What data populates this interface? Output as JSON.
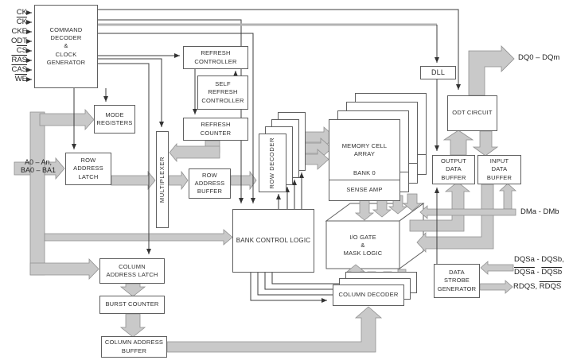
{
  "blocks": {
    "command_decoder": {
      "label": "COMMAND\nDECODER\n&\nCLOCK\nGENERATOR"
    },
    "mode_registers": {
      "label": "MODE\nREGISTERS"
    },
    "refresh_controller": {
      "label": "REFRESH\nCONTROLLER"
    },
    "self_refresh_controller": {
      "label": "SELF\nREFRESH\nCONTROLLER"
    },
    "refresh_counter": {
      "label": "REFRESH\nCOUNTER"
    },
    "row_address_latch": {
      "label": "ROW\nADDRESS\nLATCH"
    },
    "multiplexer": {
      "label": "MULTIPLEXER"
    },
    "row_address_buffer": {
      "label": "ROW\nADDRESS\nBUFFER"
    },
    "row_decoder": {
      "label": "ROW DECODER"
    },
    "bank_control_logic": {
      "label": "BANK CONTROL LOGIC"
    },
    "memory_cell_array": {
      "title": "MEMORY CELL\nARRAY",
      "bank": "BANK 0",
      "sense_amp": "SENSE AMP"
    },
    "io_gate": {
      "label": "I/O GATE\n&\nMASK LOGIC"
    },
    "column_decoder": {
      "label": "COLUMN DECODER"
    },
    "output_data_buffer": {
      "label": "OUTPUT\nDATA\nBUFFER"
    },
    "input_data_buffer": {
      "label": "INPUT\nDATA\nBUFFER"
    },
    "odt_circuit": {
      "label": "ODT CIRCUIT"
    },
    "dll": {
      "label": "DLL"
    },
    "data_strobe_generator": {
      "label": "DATA\nSTROBE\nGENERATOR"
    },
    "column_address_latch": {
      "label": "COLUMN\nADDRESS LATCH"
    },
    "burst_counter": {
      "label": "BURST COUNTER"
    },
    "column_address_buffer": {
      "label": "COLUMN ADDRESS\nBUFFER"
    }
  },
  "signals": {
    "left": [
      {
        "parts": [
          {
            "t": "CK"
          }
        ]
      },
      {
        "parts": [
          {
            "t": "CK",
            "ol": true
          }
        ]
      },
      {
        "parts": [
          {
            "t": "CKE"
          }
        ]
      },
      {
        "parts": [
          {
            "t": "ODT"
          }
        ]
      },
      {
        "parts": [
          {
            "t": "CS",
            "ol": true
          }
        ]
      },
      {
        "parts": [
          {
            "t": "RAS",
            "ol": true
          }
        ]
      },
      {
        "parts": [
          {
            "t": "CAS",
            "ol": true
          }
        ]
      },
      {
        "parts": [
          {
            "t": "WE",
            "ol": true
          }
        ]
      }
    ],
    "address_input": {
      "label": "A0 – An,\nBA0 – BA1"
    },
    "right": {
      "dq": {
        "parts": [
          {
            "t": "DQ0 – DQm"
          }
        ]
      },
      "dm": {
        "parts": [
          {
            "t": "DMa - DMb"
          }
        ]
      },
      "dqs_line1": {
        "parts": [
          {
            "t": "DQSa - DQSb,"
          }
        ]
      },
      "dqs_line2": {
        "parts": [
          {
            "t": "DQSa",
            "ol": true
          },
          {
            "t": " - "
          },
          {
            "t": "DQSb",
            "ol": true
          }
        ]
      },
      "rdqs": {
        "parts": [
          {
            "t": "RDQS, "
          },
          {
            "t": "RDQS",
            "ol": true
          }
        ]
      }
    }
  },
  "colors": {
    "background": "#ffffff",
    "box_border": "#5f5f5f",
    "bus_fill": "#c9c9c9",
    "bus_stroke": "#8f8f8f",
    "line": "#3c3c3c",
    "clock_line": "#b3b3b3",
    "text": "#2e2e2e"
  }
}
